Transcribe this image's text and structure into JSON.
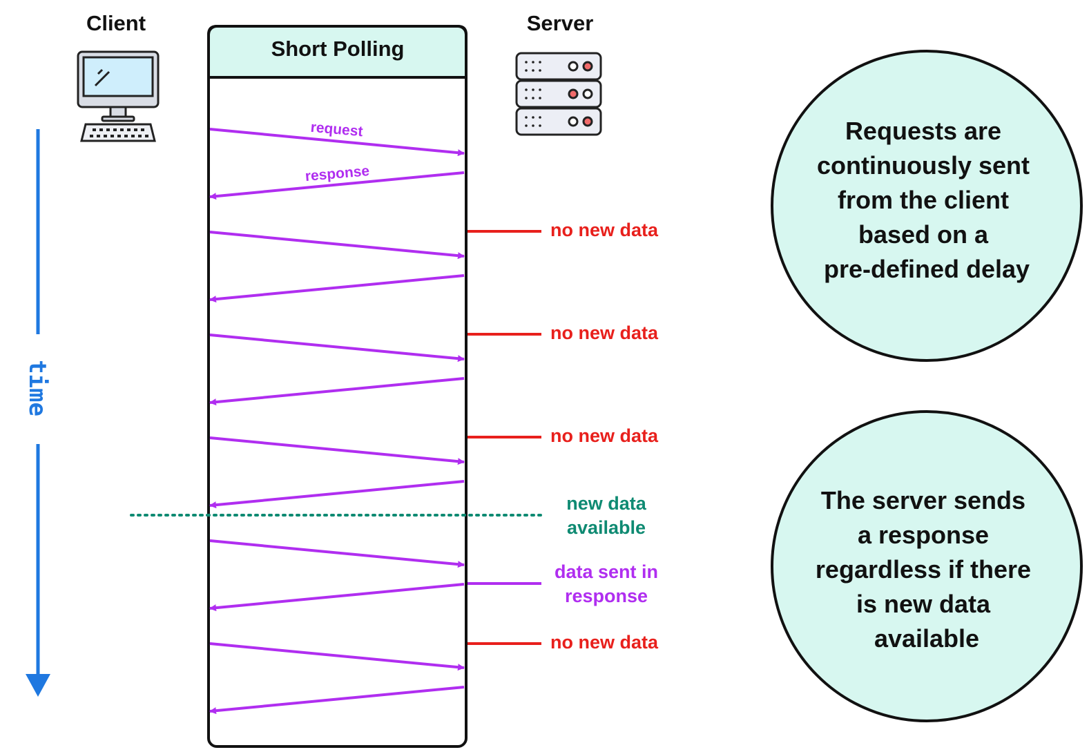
{
  "client": {
    "label": "Client",
    "icon": "desktop-computer-icon"
  },
  "server": {
    "label": "Server",
    "icon": "server-rack-icon"
  },
  "panel": {
    "title": "Short Polling"
  },
  "timeline": {
    "label": "time"
  },
  "messages": {
    "request_label": "request",
    "response_label": "response"
  },
  "events": [
    {
      "lines": [
        "no new data"
      ],
      "kind": "none"
    },
    {
      "lines": [
        "no new data"
      ],
      "kind": "none"
    },
    {
      "lines": [
        "no new data"
      ],
      "kind": "none"
    },
    {
      "lines": [
        "new data",
        "available"
      ],
      "kind": "new"
    },
    {
      "lines": [
        "data sent in",
        "response"
      ],
      "kind": "sent"
    },
    {
      "lines": [
        "no new data"
      ],
      "kind": "none"
    }
  ],
  "notes": [
    {
      "lines": [
        "Requests are",
        "continuously sent",
        "from the client",
        "based on a",
        "pre-defined delay"
      ]
    },
    {
      "lines": [
        "The server sends",
        "a response",
        "regardless if there",
        "is new data",
        "available"
      ]
    }
  ],
  "colors": {
    "arrow": "#b02ef0",
    "no_data": "#e8201c",
    "new_data": "#0e8a72",
    "timeline": "#1f78e0",
    "panel_fill": "#d7f7f0",
    "note_fill": "#d7f7f0",
    "outline": "#111111"
  }
}
